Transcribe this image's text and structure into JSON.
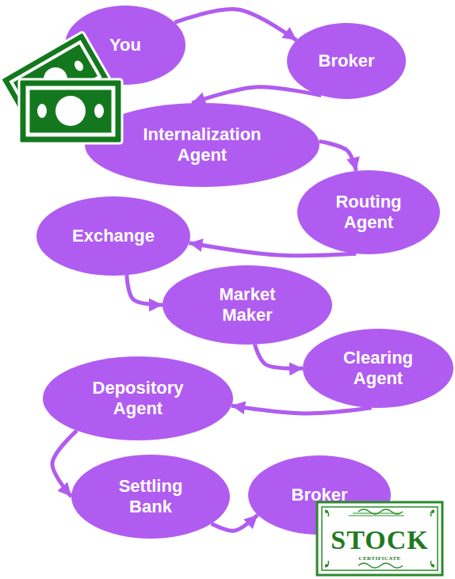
{
  "diagram": {
    "nodes": [
      {
        "text": [
          "You"
        ]
      },
      {
        "text": [
          "Broker"
        ]
      },
      {
        "text": [
          "Internalization Agent"
        ]
      },
      {
        "text": [
          "Routing Agent"
        ]
      },
      {
        "text": [
          "Exchange"
        ]
      },
      {
        "text": [
          "Market Maker"
        ]
      },
      {
        "text": [
          "Clearing Agent"
        ]
      },
      {
        "text": [
          "Depository Agent"
        ]
      },
      {
        "text": [
          "Settling Bank"
        ]
      },
      {
        "text": [
          "Broker"
        ]
      }
    ],
    "edges": [
      {
        "from": 0,
        "to": 1,
        "arrow": "to"
      },
      {
        "from": 1,
        "to": 2,
        "arrow": "to"
      },
      {
        "from": 2,
        "to": 3,
        "arrow": "to"
      },
      {
        "from": 3,
        "to": 4,
        "arrow": "to"
      },
      {
        "from": 4,
        "to": 5,
        "arrow": "to"
      },
      {
        "from": 5,
        "to": 6,
        "arrow": "to"
      },
      {
        "from": 6,
        "to": 7,
        "arrow": "to"
      },
      {
        "from": 7,
        "to": 8,
        "arrow": "to"
      },
      {
        "from": 8,
        "to": 9,
        "arrow": "to"
      }
    ],
    "labels": [
      "STOCK",
      "CERTIFICATE"
    ]
  }
}
